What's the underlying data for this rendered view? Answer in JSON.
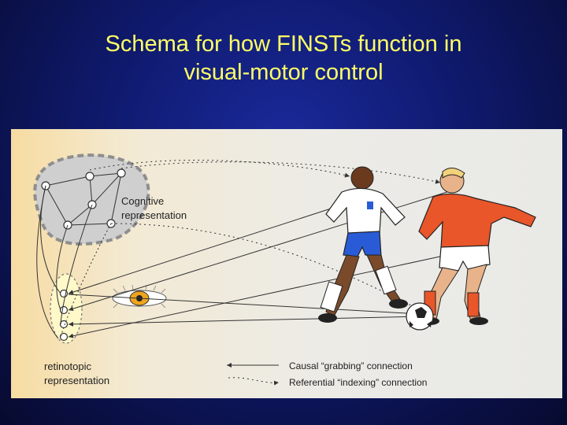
{
  "title": {
    "line1": "Schema for how FINSTs function in",
    "line2": "visual-motor control"
  },
  "diagram": {
    "cognitive_label_1": "Cognitive",
    "cognitive_label_2": "representation",
    "retinotopic_label_1": "retinotopic",
    "retinotopic_label_2": "representation",
    "legend_causal": "Causal “grabbing” connection",
    "legend_referential": "Referential “indexing” connection"
  },
  "colors": {
    "title": "#ffff66",
    "background": "#0f1a6e",
    "player_white_shirt": "#ffffff",
    "player_blue_shorts": "#2a5bd7",
    "player_orange_shirt": "#e8562a"
  }
}
